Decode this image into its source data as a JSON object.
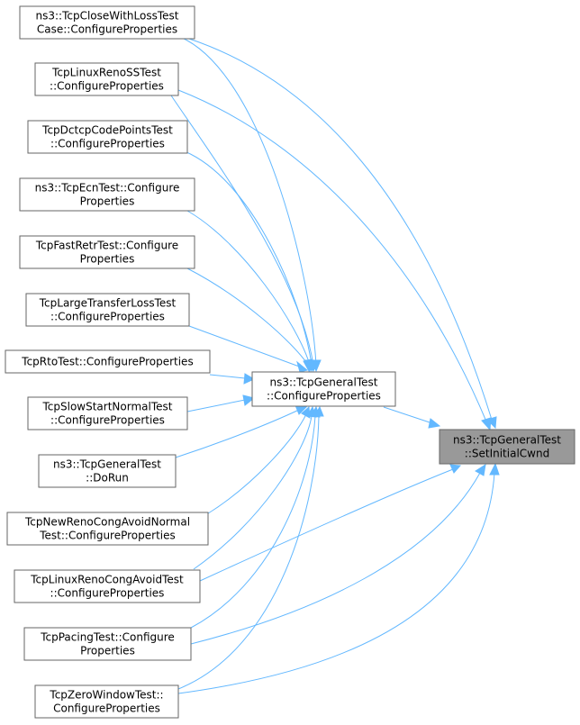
{
  "diagram": {
    "type": "call-graph",
    "colors": {
      "edge": "#63b8ff",
      "node_border": "#666666",
      "node_fill": "#ffffff",
      "focus_fill": "#999999"
    },
    "nodes": [
      {
        "id": "n0",
        "lines": [
          "ns3::TcpCloseWithLossTest",
          "Case::ConfigureProperties"
        ]
      },
      {
        "id": "n1",
        "lines": [
          "TcpLinuxRenoSSTest",
          "::ConfigureProperties"
        ]
      },
      {
        "id": "n2",
        "lines": [
          "TcpDctcpCodePointsTest",
          "::ConfigureProperties"
        ]
      },
      {
        "id": "n3",
        "lines": [
          "ns3::TcpEcnTest::Configure",
          "Properties"
        ]
      },
      {
        "id": "n4",
        "lines": [
          "TcpFastRetrTest::Configure",
          "Properties"
        ]
      },
      {
        "id": "n5",
        "lines": [
          "TcpLargeTransferLossTest",
          "::ConfigureProperties"
        ]
      },
      {
        "id": "n6",
        "lines": [
          "TcpRtoTest::ConfigureProperties"
        ]
      },
      {
        "id": "n7",
        "lines": [
          "TcpSlowStartNormalTest",
          "::ConfigureProperties"
        ]
      },
      {
        "id": "n8",
        "lines": [
          "ns3::TcpGeneralTest",
          "::DoRun"
        ]
      },
      {
        "id": "n9",
        "lines": [
          "TcpNewRenoCongAvoidNormal",
          "Test::ConfigureProperties"
        ]
      },
      {
        "id": "n10",
        "lines": [
          "TcpLinuxRenoCongAvoidTest",
          "::ConfigureProperties"
        ]
      },
      {
        "id": "n11",
        "lines": [
          "TcpPacingTest::Configure",
          "Properties"
        ]
      },
      {
        "id": "n12",
        "lines": [
          "TcpZeroWindowTest::",
          "ConfigureProperties"
        ]
      },
      {
        "id": "cp",
        "lines": [
          "ns3::TcpGeneralTest",
          "::ConfigureProperties"
        ]
      },
      {
        "id": "sic",
        "lines": [
          "ns3::TcpGeneralTest",
          "::SetInitialCwnd"
        ],
        "focus": true
      }
    ],
    "edges": [
      {
        "from": "n0",
        "to": "cp"
      },
      {
        "from": "n1",
        "to": "cp"
      },
      {
        "from": "n2",
        "to": "cp"
      },
      {
        "from": "n3",
        "to": "cp"
      },
      {
        "from": "n4",
        "to": "cp"
      },
      {
        "from": "n5",
        "to": "cp"
      },
      {
        "from": "n6",
        "to": "cp"
      },
      {
        "from": "n7",
        "to": "cp"
      },
      {
        "from": "n8",
        "to": "cp"
      },
      {
        "from": "n9",
        "to": "cp"
      },
      {
        "from": "n10",
        "to": "cp"
      },
      {
        "from": "n11",
        "to": "cp"
      },
      {
        "from": "n12",
        "to": "cp"
      },
      {
        "from": "cp",
        "to": "sic"
      },
      {
        "from": "n0",
        "to": "sic"
      },
      {
        "from": "n1",
        "to": "sic"
      },
      {
        "from": "n10",
        "to": "sic"
      },
      {
        "from": "n11",
        "to": "sic"
      },
      {
        "from": "n12",
        "to": "sic"
      }
    ]
  }
}
